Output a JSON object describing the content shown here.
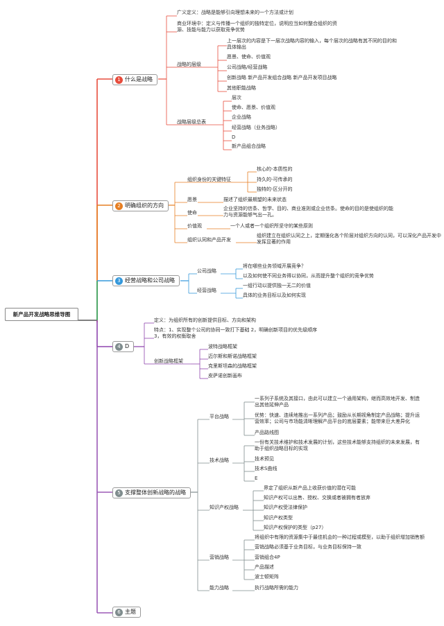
{
  "root": "新产品开发战略思维导图",
  "branches": [
    {
      "num": "1",
      "label": "什么是战略",
      "color": "#e74c3c"
    },
    {
      "num": "2",
      "label": "明确组织的方向",
      "color": "#e67e22"
    },
    {
      "num": "3",
      "label": "经营战略和公司战略",
      "color": "#3498db"
    },
    {
      "num": "4",
      "label": "D",
      "color": "#7f8c8d"
    },
    {
      "num": "5",
      "label": "支撑整体创新战略的战略",
      "color": "#7f8c8d"
    },
    {
      "num": "6",
      "label": "主题",
      "color": "#7f8c8d"
    }
  ],
  "n": {
    "a1": "广义定义：战略是能够引向理想未来的一个方法或计划",
    "a2": "商业环境中：定义与传播一个组织的独特定位，说明应当如何整合组织的资源、技能与能力以获取竞争优势",
    "a3": "战略的层级",
    "a3_1": "上一层次的内容是下一层次战略内容的输入，每个层次的战略有其不同的目的和具体输出",
    "a3_2": "愿景、使命、价值观",
    "a3_3": "公司战略/经营战略",
    "a3_4": "创新战略 新产品开发组合战略 新产品开发项目战略",
    "a3_5": "其他职能战略",
    "a4": "战略层级总表",
    "a4_1": "层次",
    "a4_2": "使命、愿景、价值观",
    "a4_3": "企业战略",
    "a4_4": "经营战略（业务战略）",
    "a4_5": "D",
    "a4_6": "新产品组合战略",
    "b1": "组织身份的关键特征",
    "b1_1": "核心的-本质性的",
    "b1_2": "持久的-可传承的",
    "b1_3": "独特的-区分开的",
    "b2": "愿景",
    "b2_1": "描述了组织最期望的未来状态",
    "b3": "使命",
    "b3_1": "企业坚持的信条、哲学、目的、商业准则或企业信条。使命的目的是使组织的能力与资源能够气出一孔。",
    "b4": "价值观",
    "b4_1": "一个人或者一个组织所坚守的某些原则",
    "b5": "组织认同和产品开发",
    "b5_1": "组织建立在组织认同之上，定期强化各个阶层对组织方向的认同，可以深化产品开发中发挥显著的作用",
    "c1": "公司战略",
    "c1_1": "将在哪些业务领域开展竞争？",
    "c1_2": "以及如何使不同业务得以协同，从而提升整个组织的竞争优势",
    "c2": "经营战略",
    "c2_1": "一组行动以提供独一无二的价值",
    "c2_2": "具体的业务目标以及如何实现",
    "d1": "定义：为组织所有的创新提供目标、方向和架构",
    "d2": "特点：1、实现整个公司的协同一致打下基础 2，明确创新项目的优先级顺序 3，有效的权衡取舍",
    "d3": "创新战略框架",
    "d3_1": "波特战略框架",
    "d3_2": "迈尔斯和斯诺战略框架",
    "d3_3": "克里斯坦森的战略框架",
    "d3_4": "皮萨诺创新画布",
    "e1": "平台战略",
    "e1_1": "一系列子系统及其接口，由此可以建立一个通用架构，继而高效地开发、制造出其他延伸产品",
    "e1_2": "优势：快速、连续地推出一系列产品；鼓励从长期视角制定产品战略；提升运营效率；公司与市场能清晰理解产品平台的底层要素；能带来巨大差异化",
    "e1_3": "产品路线图",
    "e2": "技术战略",
    "e2_1": "一份有关技术维护和技术发展的计划，这些技术能够支持组织的未来发展，有助于组织战略目标的实现",
    "e2_2": "技术预见",
    "e2_3": "技术S曲线",
    "e2_4": "E",
    "e3": "知识产权战略",
    "e3_1": "界定了组织从新产品上收获价值的潜在可能",
    "e3_2": "知识产权可以出售、授权、交换或者被拥有者放弃",
    "e3_3": "知识产权受法律保护",
    "e3_4": "知识产权类型",
    "e3_5": "知识产权保护的类型（p27）",
    "e4": "营销战略",
    "e4_1": "将组织中有限的资源集中于最佳机会的一种过程或模型，以助于组织增加销售额",
    "e4_2": "营销战略必须基于业务目标，与业务目标保持一致",
    "e4_3": "营销组合4P",
    "e4_4": "产品描述",
    "e4_5": "波士顿矩阵",
    "e5": "能力战略",
    "e5_1": "执行战略所需的能力"
  }
}
